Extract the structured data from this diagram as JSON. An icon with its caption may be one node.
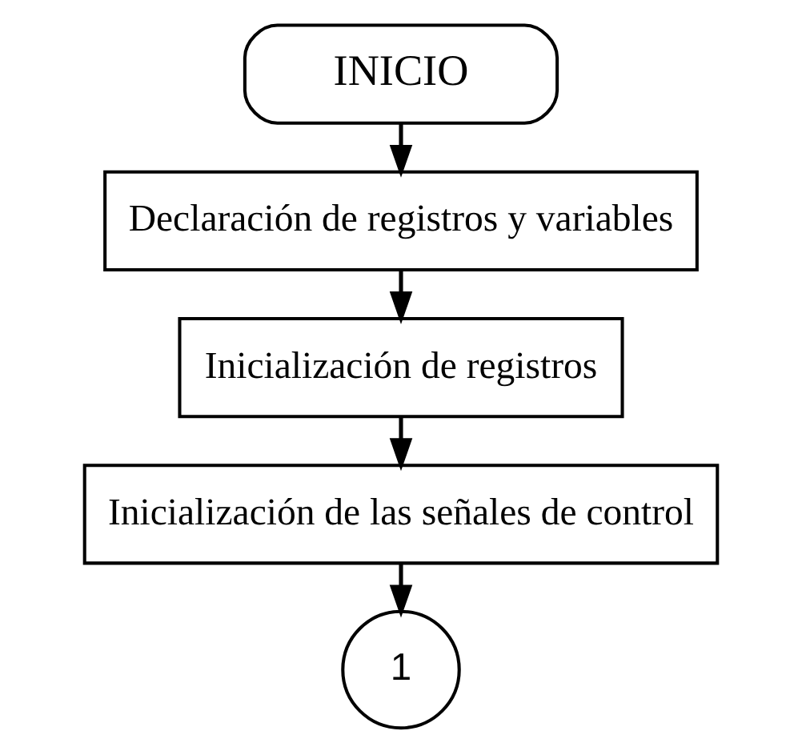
{
  "diagram": {
    "nodes": [
      {
        "text": [
          "INICIO"
        ]
      },
      {
        "text": [
          "Declaración de registros y variables"
        ]
      },
      {
        "text": [
          "Inicialización de registros"
        ]
      },
      {
        "text": [
          "Inicialización de las señales de control"
        ]
      },
      {
        "text": [
          "1"
        ]
      }
    ],
    "edges": [
      {
        "from": 0,
        "to": 1,
        "arrow": "to"
      },
      {
        "from": 1,
        "to": 2,
        "arrow": "to"
      },
      {
        "from": 2,
        "to": 3,
        "arrow": "to"
      },
      {
        "from": 3,
        "to": 4,
        "arrow": "to"
      }
    ]
  }
}
